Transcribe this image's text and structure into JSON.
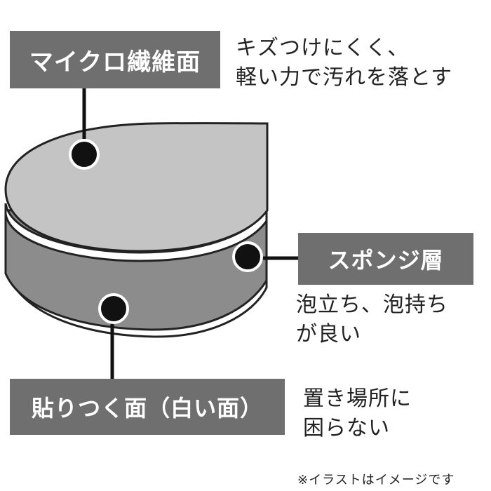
{
  "labels": {
    "micro_fiber": "マイクロ繊維面",
    "sponge_layer": "スポンジ層",
    "stick_surface": "貼りつく面（白い面）"
  },
  "descriptions": {
    "micro_fiber": [
      "キズつけにくく、",
      "軽い力で汚れを落とす"
    ],
    "sponge_layer": [
      "泡立ち、泡持ち",
      "が良い"
    ],
    "stick_surface": [
      "置き場所に",
      "困らない"
    ]
  },
  "note": "※イラストはイメージです",
  "colors": {
    "label_bg": "#6f6f6f",
    "top_surface": "#c4c4c4",
    "sponge": "#8c8c8c",
    "outline": "#222222"
  }
}
